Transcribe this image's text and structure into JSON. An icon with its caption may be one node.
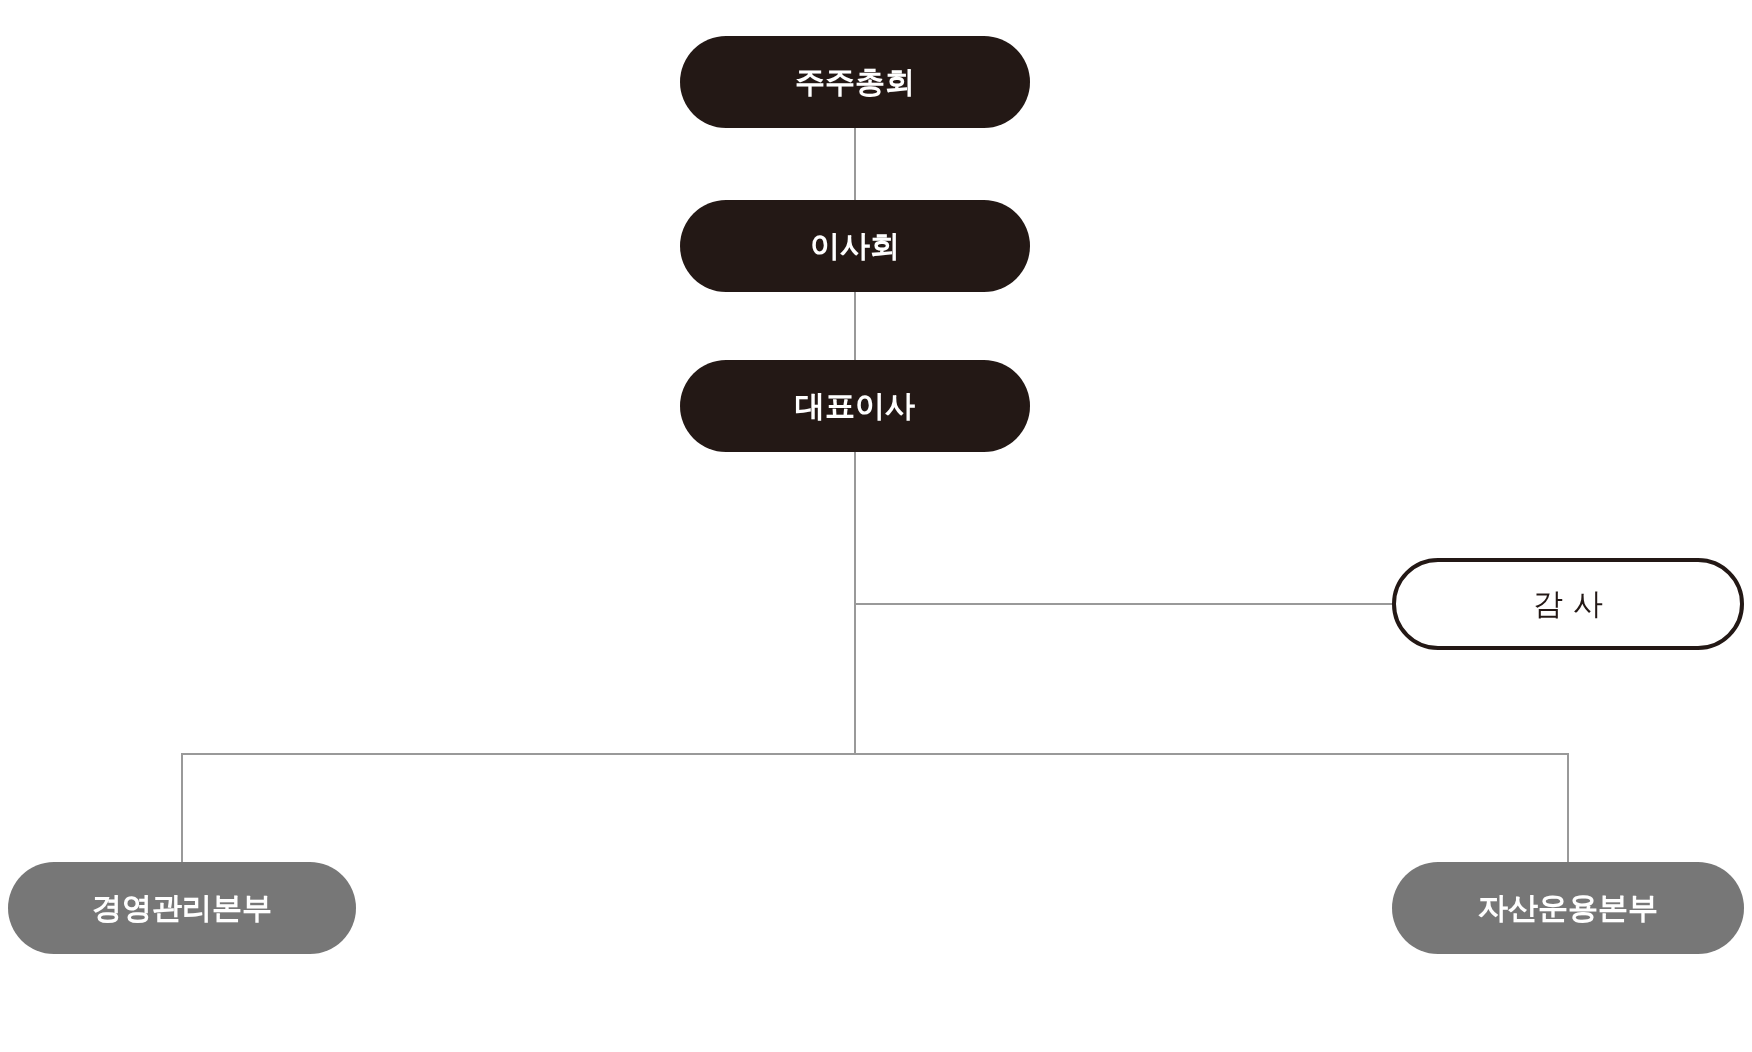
{
  "diagram": {
    "nodes": [
      {
        "text": [
          "주주총회"
        ]
      },
      {
        "text": [
          "이사회"
        ]
      },
      {
        "text": [
          "대표이사"
        ]
      },
      {
        "text": [
          "감 사"
        ]
      },
      {
        "text": [
          "경영관리본부"
        ]
      },
      {
        "text": [
          "자산운용본부"
        ]
      }
    ],
    "edges": [
      {
        "from": 0,
        "to": 1,
        "arrow": "none"
      },
      {
        "from": 1,
        "to": 2,
        "arrow": "none"
      },
      {
        "from": 2,
        "to": 3,
        "arrow": "none"
      },
      {
        "from": 2,
        "to": 4,
        "arrow": "none"
      },
      {
        "from": 2,
        "to": 5,
        "arrow": "none"
      }
    ]
  }
}
